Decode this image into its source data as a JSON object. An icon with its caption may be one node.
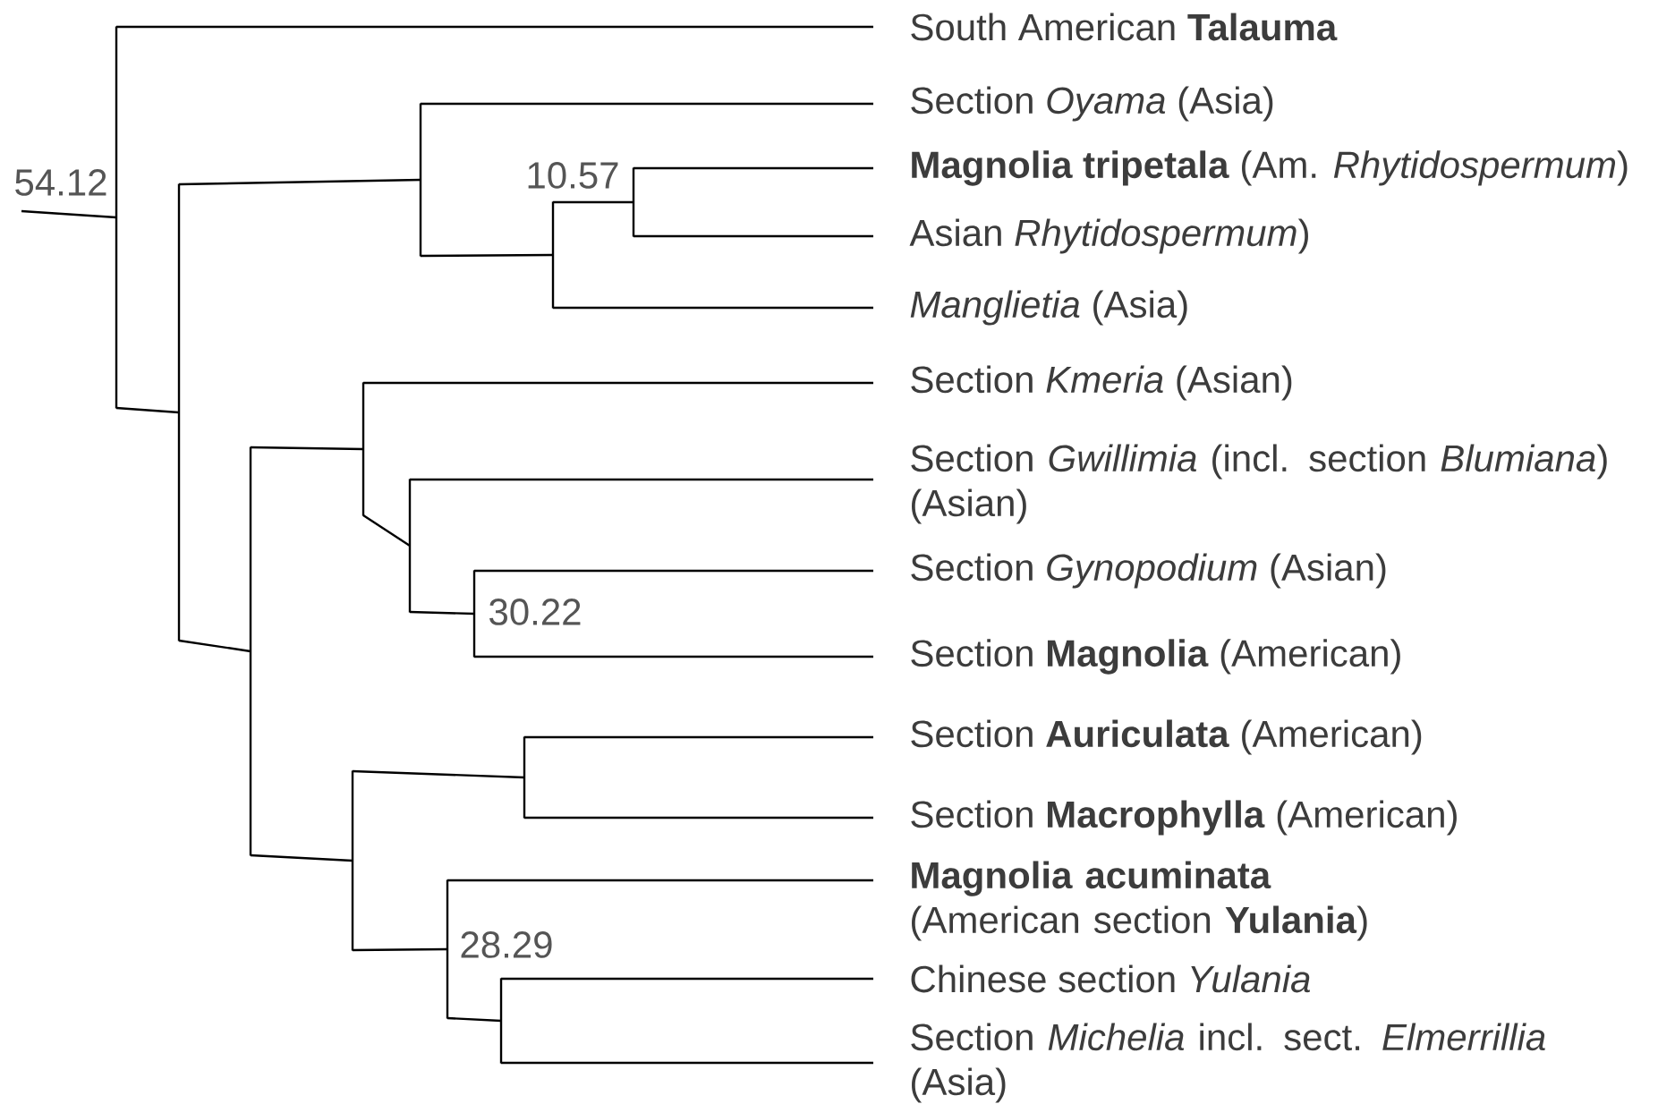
{
  "diagram": {
    "nodes": [
      {
        "text": [
          "South American **Talauma**"
        ]
      },
      {
        "text": [
          "Section *Oyama* (Asia)"
        ]
      },
      {
        "text": [
          "**Magnolia tripetala** (Am. *Rhytidospermum*)"
        ]
      },
      {
        "text": [
          "Asian *Rhytidospermum*)"
        ]
      },
      {
        "text": [
          "*Manglietia* (Asia)"
        ]
      },
      {
        "text": [
          "Section *Kmeria* (Asian)"
        ]
      },
      {
        "text": [
          "Section *Gwillimia* (incl. section *Blumiana*) (Asian)"
        ]
      },
      {
        "text": [
          "Section *Gynopodium* (Asian)"
        ]
      },
      {
        "text": [
          "Section **Magnolia** (American)"
        ]
      },
      {
        "text": [
          "Section **Auriculata** (American)"
        ]
      },
      {
        "text": [
          "Section **Macrophylla** (American)"
        ]
      },
      {
        "text": [
          "**Magnolia acuminata** (American section **Yulania**)"
        ]
      },
      {
        "text": [
          "Chinese section *Yulania*"
        ]
      },
      {
        "text": [
          "Section *Michelia* incl. sect. *Elmerrillia* (Asia)"
        ]
      },
      {
        "text": [],
        "shape": "bar",
        "beside": [
          "54.12"
        ]
      },
      {
        "text": [],
        "shape": "bar"
      },
      {
        "text": [],
        "shape": "bar"
      },
      {
        "text": [],
        "shape": "bar"
      },
      {
        "text": [],
        "shape": "bar"
      },
      {
        "text": [],
        "shape": "bar"
      },
      {
        "text": [],
        "shape": "bar"
      },
      {
        "text": [],
        "shape": "bar",
        "beside": [
          "28.29"
        ]
      },
      {
        "text": [],
        "shape": "bar",
        "beside": [
          "30.22"
        ]
      },
      {
        "text": [],
        "shape": "bar"
      },
      {
        "text": [],
        "shape": "bar"
      },
      {
        "text": [],
        "shape": "bar"
      },
      {
        "text": [],
        "shape": "bar",
        "beside": [
          "10.57"
        ]
      }
    ],
    "edges": [
      {
        "from": null,
        "to": 14,
        "arrow": "none"
      },
      {
        "from": 14,
        "to": 0,
        "arrow": "none"
      },
      {
        "from": 14,
        "to": 15,
        "arrow": "none"
      },
      {
        "from": 15,
        "to": 20,
        "arrow": "none"
      },
      {
        "from": 15,
        "to": 16,
        "arrow": "none"
      },
      {
        "from": 20,
        "to": 1,
        "arrow": "none"
      },
      {
        "from": 20,
        "to": 25,
        "arrow": "none"
      },
      {
        "from": 25,
        "to": 26,
        "arrow": "none"
      },
      {
        "from": 25,
        "to": 4,
        "arrow": "none"
      },
      {
        "from": 26,
        "to": 2,
        "arrow": "none"
      },
      {
        "from": 26,
        "to": 3,
        "arrow": "none"
      },
      {
        "from": 16,
        "to": 18,
        "arrow": "none"
      },
      {
        "from": 16,
        "to": 17,
        "arrow": "none"
      },
      {
        "from": 18,
        "to": 5,
        "arrow": "none"
      },
      {
        "from": 18,
        "to": 19,
        "arrow": "none"
      },
      {
        "from": 19,
        "to": 6,
        "arrow": "none"
      },
      {
        "from": 19,
        "to": 22,
        "arrow": "none"
      },
      {
        "from": 22,
        "to": 7,
        "arrow": "none"
      },
      {
        "from": 22,
        "to": 8,
        "arrow": "none"
      },
      {
        "from": 17,
        "to": 24,
        "arrow": "none"
      },
      {
        "from": 17,
        "to": 21,
        "arrow": "none"
      },
      {
        "from": 24,
        "to": 9,
        "arrow": "none"
      },
      {
        "from": 24,
        "to": 10,
        "arrow": "none"
      },
      {
        "from": 21,
        "to": 11,
        "arrow": "none"
      },
      {
        "from": 21,
        "to": 23,
        "arrow": "none"
      },
      {
        "from": 23,
        "to": 12,
        "arrow": "none"
      },
      {
        "from": 23,
        "to": 13,
        "arrow": "none"
      }
    ]
  }
}
